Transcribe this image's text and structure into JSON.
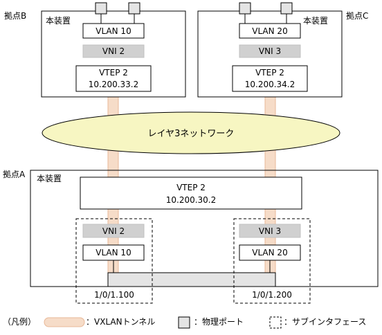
{
  "sites": {
    "b": {
      "label": "拠点B",
      "device": "本装置",
      "vlan": "VLAN 10",
      "vni": "VNI 2",
      "vtep": "VTEP 2",
      "ip": "10.200.33.2"
    },
    "c": {
      "label": "拠点C",
      "device": "本装置",
      "vlan": "VLAN 20",
      "vni": "VNI 3",
      "vtep": "VTEP 2",
      "ip": "10.200.34.2"
    },
    "a": {
      "label": "拠点A",
      "device": "本装置",
      "vtep": "VTEP 2",
      "ip": "10.200.30.2",
      "sub1": {
        "vni": "VNI 2",
        "vlan": "VLAN 10",
        "port": "1/0/1.100"
      },
      "sub2": {
        "vni": "VNI 3",
        "vlan": "VLAN 20",
        "port": "1/0/1.200"
      }
    }
  },
  "network": {
    "label": "レイヤ3ネットワーク"
  },
  "legend": {
    "title": "（凡例）",
    "tunnel": "：VXLANトンネル",
    "port": "：物理ポート",
    "subif": "：サブインタフェース"
  },
  "colors": {
    "tunnel_fill": "#f6dcc8",
    "tunnel_edge": "#e8b898",
    "vni_fill": "#d0d0d0",
    "port_fill": "#e4e4e4",
    "cloud_fill": "#f7f6c2"
  }
}
